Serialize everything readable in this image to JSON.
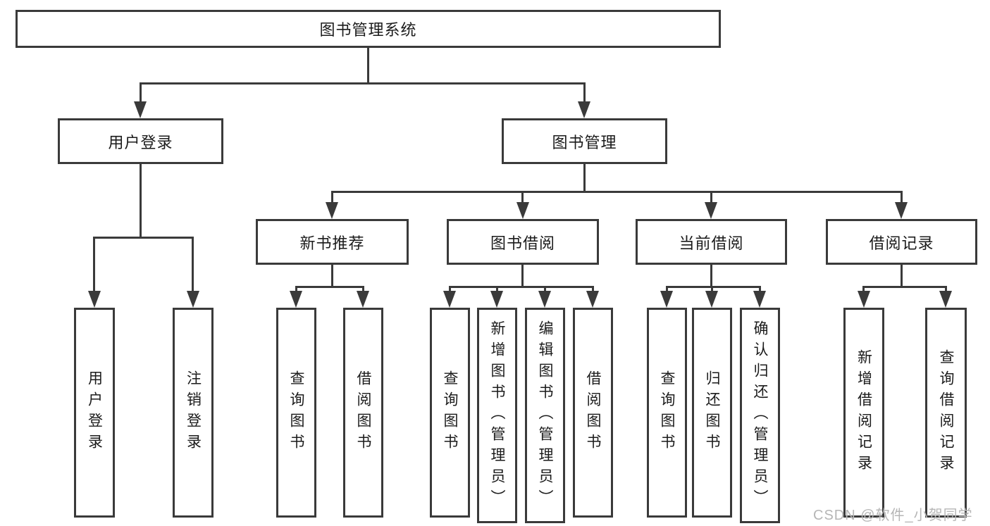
{
  "colors": {
    "line": "#3a3a3a",
    "box_border": "#3a3a3a",
    "text": "#1b1b1b",
    "background": "#ffffff",
    "watermark": "#b6b6b6"
  },
  "diagram": {
    "root": {
      "label": "图书管理系统"
    },
    "branches": [
      {
        "label": "用户登录",
        "children": [
          {
            "label": "用户登录"
          },
          {
            "label": "注销登录"
          }
        ]
      },
      {
        "label": "图书管理",
        "children": [
          {
            "label": "新书推荐",
            "children": [
              {
                "label": "查询图书"
              },
              {
                "label": "借阅图书"
              }
            ]
          },
          {
            "label": "图书借阅",
            "children": [
              {
                "label": "查询图书"
              },
              {
                "label": "新增图书（管理员）"
              },
              {
                "label": "编辑图书（管理员）"
              },
              {
                "label": "借阅图书"
              }
            ]
          },
          {
            "label": "当前借阅",
            "children": [
              {
                "label": "查询图书"
              },
              {
                "label": "归还图书"
              },
              {
                "label": "确认归还（管理员）"
              }
            ]
          },
          {
            "label": "借阅记录",
            "children": [
              {
                "label": "新增借阅记录"
              },
              {
                "label": "查询借阅记录"
              }
            ]
          }
        ]
      }
    ]
  },
  "watermark": {
    "text": "CSDN @软件_小贺同学"
  }
}
